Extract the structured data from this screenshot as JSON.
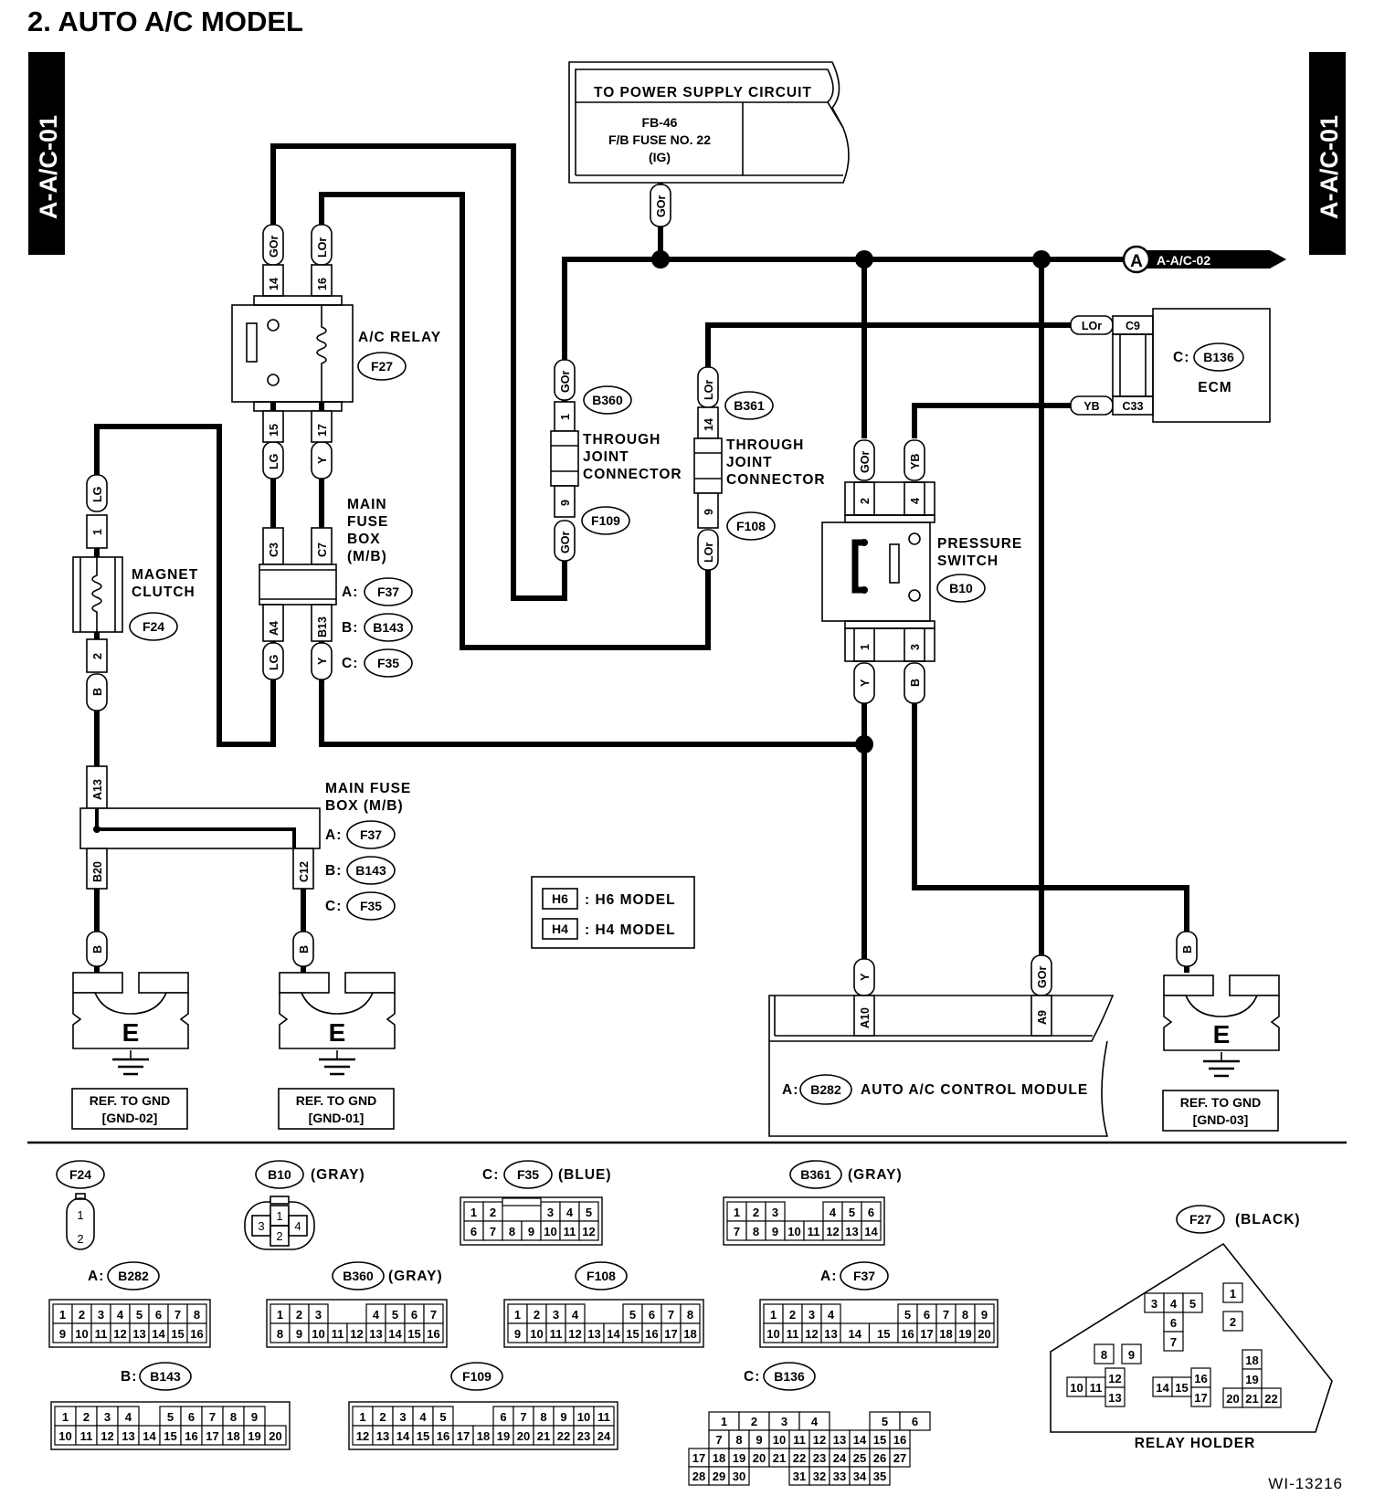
{
  "header": {
    "title": "2.  AUTO A/C MODEL",
    "tab_left": "A-A/C-01",
    "tab_right": "A-A/C-01",
    "drawing_id": "WI-13216"
  },
  "power_supply": {
    "heading": "TO POWER SUPPLY CIRCUIT",
    "line1": "FB-46",
    "line2": "F/B FUSE NO. 22",
    "line3": "(IG)"
  },
  "offpage": {
    "marker": "A",
    "ref": "A-A/C-02"
  },
  "wire_colors": {
    "gor": "GOr",
    "lor": "LOr",
    "lg": "LG",
    "y": "Y",
    "b": "B",
    "yb": "YB"
  },
  "pins": {
    "p1": "1",
    "p2": "2",
    "p3": "3",
    "p4": "4",
    "p9": "9",
    "p14": "14",
    "p15": "15",
    "p16": "16",
    "p17": "17",
    "c3": "C3",
    "c7": "C7",
    "a4": "A4",
    "b13": "B13",
    "a13": "A13",
    "b20": "B20",
    "c12": "C12",
    "c9": "C9",
    "c33": "C33",
    "a10": "A10",
    "a9": "A9"
  },
  "components": {
    "ac_relay": {
      "label": "A/C RELAY",
      "conn": "F27"
    },
    "magnet_clutch": {
      "line1": "MAGNET",
      "line2": "CLUTCH",
      "conn": "F24"
    },
    "main_fuse_box_1": {
      "line1": "MAIN",
      "line2": "FUSE",
      "line3": "BOX",
      "line4": "(M/B)"
    },
    "main_fuse_box_2": {
      "line1": "MAIN FUSE",
      "line2": "BOX (M/B)"
    },
    "fuse_box_conns": {
      "a_prefix": "A:",
      "a": "F37",
      "b_prefix": "B:",
      "b": "B143",
      "c_prefix": "C:",
      "c": "F35"
    },
    "tjc_1": {
      "line1": "THROUGH",
      "line2": "JOINT",
      "line3": "CONNECTOR",
      "conn_top": "B360",
      "conn_bot": "F109"
    },
    "tjc_2": {
      "line1": "THROUGH",
      "line2": "JOINT",
      "line3": "CONNECTOR",
      "conn_top": "B361",
      "conn_bot": "F108"
    },
    "ecm": {
      "prefix": "C:",
      "conn": "B136",
      "label": "ECM"
    },
    "pressure_switch": {
      "line1": "PRESSURE",
      "line2": "SWITCH",
      "conn": "B10"
    },
    "control_module": {
      "prefix": "A:",
      "conn": "B282",
      "label": "AUTO A/C CONTROL MODULE"
    },
    "ground_symbol": "E"
  },
  "grounds": [
    {
      "line1": "REF. TO GND",
      "line2": "[GND-02]"
    },
    {
      "line1": "REF. TO GND",
      "line2": "[GND-01]"
    },
    {
      "line1": "REF. TO GND",
      "line2": "[GND-03]"
    }
  ],
  "legend": [
    {
      "code": "H6",
      "text": ": H6 MODEL"
    },
    {
      "code": "H4",
      "text": ": H4 MODEL"
    }
  ],
  "connector_views": {
    "f24": {
      "id": "F24"
    },
    "b10": {
      "id": "B10",
      "color": "(GRAY)"
    },
    "f35": {
      "prefix": "C:",
      "id": "F35",
      "color": "(BLUE)"
    },
    "b361": {
      "id": "B361",
      "color": "(GRAY)"
    },
    "f27": {
      "id": "F27",
      "color": "(BLACK)"
    },
    "b282": {
      "prefix": "A:",
      "id": "B282"
    },
    "b360": {
      "id": "B360",
      "color": "(GRAY)"
    },
    "f108": {
      "id": "F108"
    },
    "f37": {
      "prefix": "A:",
      "id": "F37"
    },
    "b143": {
      "prefix": "B:",
      "id": "B143"
    },
    "f109": {
      "id": "F109"
    },
    "b136": {
      "prefix": "C:",
      "id": "B136"
    },
    "relay_holder": "RELAY HOLDER"
  }
}
